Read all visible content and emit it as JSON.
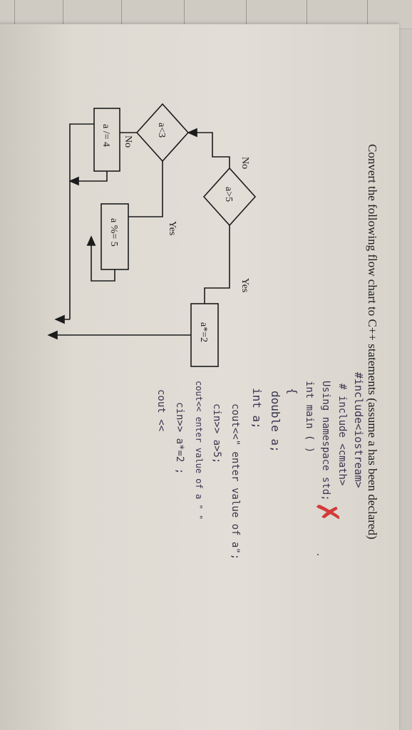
{
  "question": "Convert the following flow chart to C++ statements (assume a has been declared)",
  "flowchart": {
    "decision_1": "a>5",
    "decision_2": "a<3",
    "process_1": "a*=2",
    "process_2": "a %= 5",
    "process_3": "a /= 4",
    "label_yes_1": "Yes",
    "label_no_1": "No",
    "label_yes_2": "Yes",
    "label_no_2": "No"
  },
  "handwritten_answer": [
    "#include<iostream>",
    "# include <cmath>",
    "Using namespace std;",
    "int main ( )",
    "{",
    "double a;",
    "int a;",
    "cout<<\" enter value of a\";",
    "cin>> a>5;",
    "cout<< enter value of a \" \"",
    "cin>> a*=2 ;",
    "cout <<"
  ],
  "grade_mark": "✗",
  "colors": {
    "ink": "#1c1c1c",
    "pencil": "#3a3550",
    "grade": "#d23a3a",
    "paper": "#e0dcd5"
  }
}
